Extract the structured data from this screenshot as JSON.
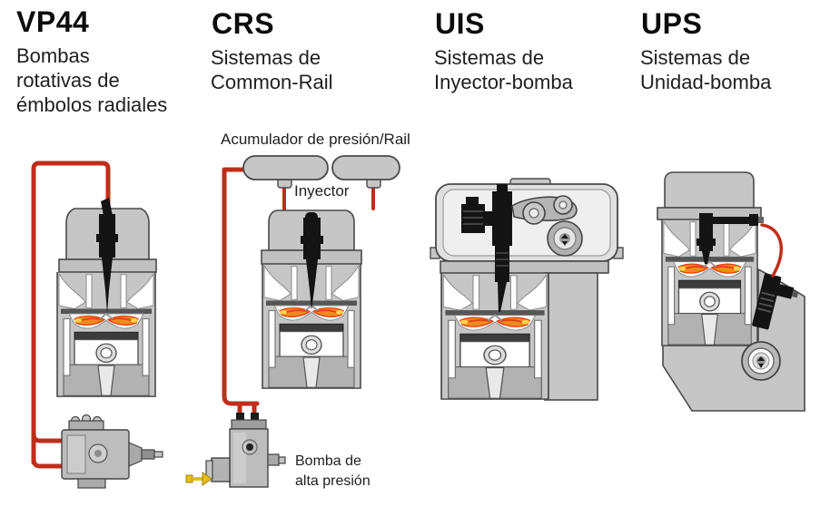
{
  "page": {
    "background": "#ffffff"
  },
  "systems": [
    {
      "code": "VP44",
      "description": "Bombas rotativas de émbolos radiales",
      "lines": [
        "Bombas",
        "rotativas de",
        "émbolos radiales"
      ]
    },
    {
      "code": "CRS",
      "description": "Sistemas de Common-Rail",
      "lines": [
        "Sistemas de",
        "Common-Rail"
      ]
    },
    {
      "code": "UIS",
      "description": "Sistemas de Inyector-bomba",
      "lines": [
        "Sistemas de",
        "Inyector-bomba"
      ]
    },
    {
      "code": "UPS",
      "description": "Sistemas de Unidad-bomba",
      "lines": [
        "Sistemas de",
        "Unidad-bomba"
      ]
    }
  ],
  "annotations": {
    "rail_label": "Acumulador de presión/Rail",
    "injector_label": "Inyector",
    "pump_label_lines": [
      "Bomba de",
      "alta presión"
    ]
  },
  "colors": {
    "fuel_line_red": "#bf2e1b",
    "engine_gray": "#c6c6c6",
    "flame_orange": "#f28a1f",
    "flame_red": "#e04414",
    "flame_yellow": "#ffd34d",
    "arrow_yellow": "#e3bf17",
    "text_black": "#0d0d0d"
  }
}
